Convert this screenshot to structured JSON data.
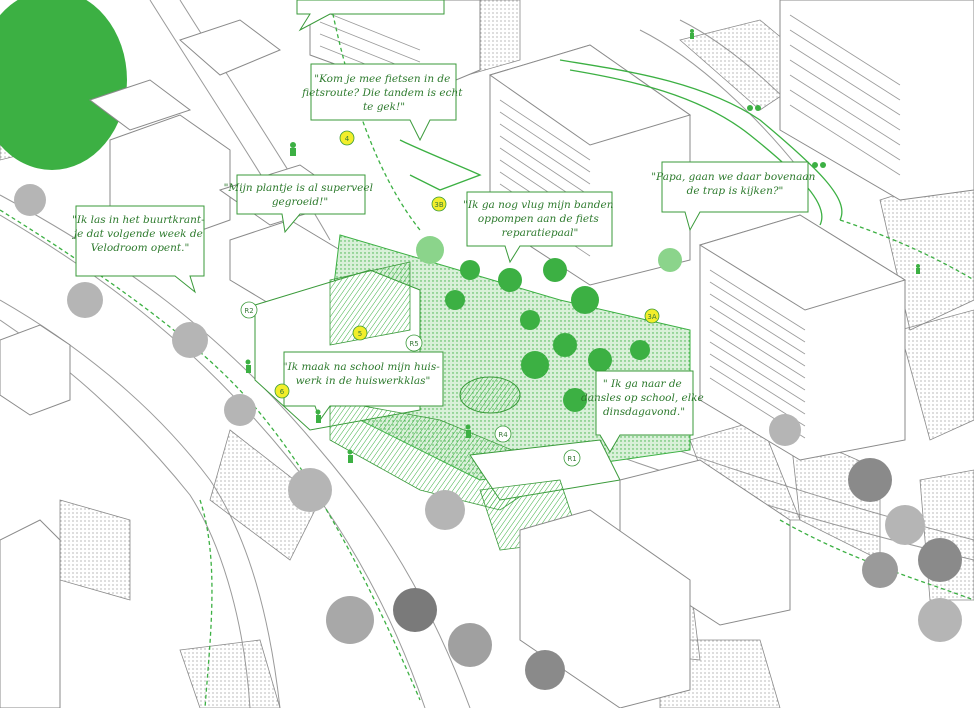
{
  "colors": {
    "accent_green": "#3cb043",
    "line_green": "#3a9a3a",
    "marker_yellow": "#f2ee2b",
    "building_line": "#8a8a8a",
    "dot_fill": "#9a9a9a",
    "tree_grey": "#b5b5b5"
  },
  "quotes": [
    {
      "id": "q-top",
      "lines": [
        ""
      ]
    },
    {
      "id": "q-fiets",
      "lines": [
        "\"Kom je mee fietsen in de",
        "fietsroute? Die tandem is echt",
        "te gek!\""
      ]
    },
    {
      "id": "q-plantje",
      "lines": [
        "\"Mijn plantje is al superveel",
        "gegroeid!\""
      ]
    },
    {
      "id": "q-banden",
      "lines": [
        "\"Ik ga nog vlug mijn banden",
        "oppompen aan de fiets",
        "reparatiepaal\""
      ]
    },
    {
      "id": "q-papa",
      "lines": [
        "\"Papa, gaan we daar bovenaan",
        "de trap is kijken?\""
      ]
    },
    {
      "id": "q-buurtkrant",
      "lines": [
        "\"Ik las in het buurtkrant-",
        "je dat volgende week de",
        "Velodroom opent.\""
      ]
    },
    {
      "id": "q-huiswerk",
      "lines": [
        "\"Ik maak na school mijn huis-",
        "werk in de huiswerkklas\""
      ]
    },
    {
      "id": "q-dansles",
      "lines": [
        "\" Ik ga naar de",
        "dansles op school, elke",
        "dinsdagavond.\""
      ]
    }
  ],
  "markers": [
    "4",
    "3B",
    "5",
    "6",
    "3A"
  ],
  "refs": [
    "R2",
    "R5",
    "R4",
    "R1"
  ],
  "icons": [
    "bicycle-icon",
    "person-icon",
    "tree-icon"
  ]
}
